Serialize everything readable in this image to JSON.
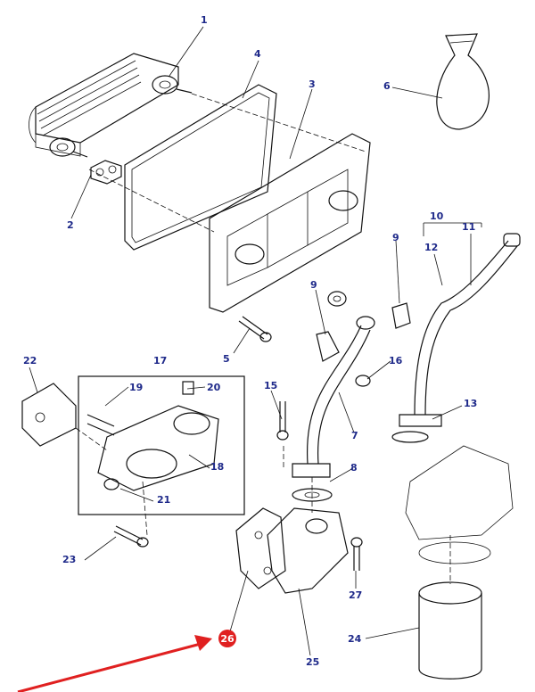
{
  "diagram": {
    "accent_color": "#e02020",
    "callouts": [
      "1",
      "2",
      "3",
      "4",
      "5",
      "6",
      "7",
      "8",
      "9",
      "9",
      "10",
      "11",
      "12",
      "13",
      "15",
      "16",
      "17",
      "18",
      "19",
      "20",
      "21",
      "22",
      "23",
      "24",
      "25",
      "26",
      "27"
    ],
    "highlight": {
      "label": "26",
      "color": "#e02020"
    }
  }
}
